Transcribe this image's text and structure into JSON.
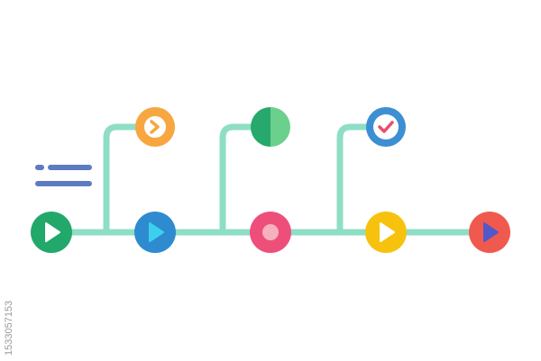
{
  "palette": {
    "connector": "#8EDEC6",
    "lines_icon": "#5C7BC0",
    "orange": "#F7A640",
    "green_dark": "#27A86D",
    "green_light": "#6BD08C",
    "blue_ring": "#3C8FD2",
    "check": "#E94F6A",
    "play_green": "#22A86A",
    "play_blue": "#2E8BD0",
    "play_cyan": "#3BD1EE",
    "record_pink": "#EE4F7A",
    "record_inner": "#F6B0BE",
    "play_yellow": "#F6C20E",
    "play_red": "#F05A4E",
    "play_violet": "#5258C9"
  },
  "nodes": [
    {
      "name": "start-play-icon",
      "shape": "play",
      "fill": "play_green"
    },
    {
      "name": "play-cyan-icon",
      "shape": "play",
      "fill": "play_blue",
      "glyph": "play_cyan"
    },
    {
      "name": "record-icon",
      "shape": "record",
      "fill": "record_pink",
      "glyph": "record_inner"
    },
    {
      "name": "play-yellow-icon",
      "shape": "play",
      "fill": "play_yellow"
    },
    {
      "name": "end-play-icon",
      "shape": "play",
      "fill": "play_red",
      "glyph": "play_violet"
    }
  ],
  "branches": [
    {
      "name": "chevron-right-icon",
      "shape": "chevron",
      "fill": "orange"
    },
    {
      "name": "half-circle-icon",
      "shape": "half",
      "fill": "green_dark"
    },
    {
      "name": "checkmark-icon",
      "shape": "check",
      "fill": "blue_ring"
    }
  ],
  "side_text": "1533057153"
}
